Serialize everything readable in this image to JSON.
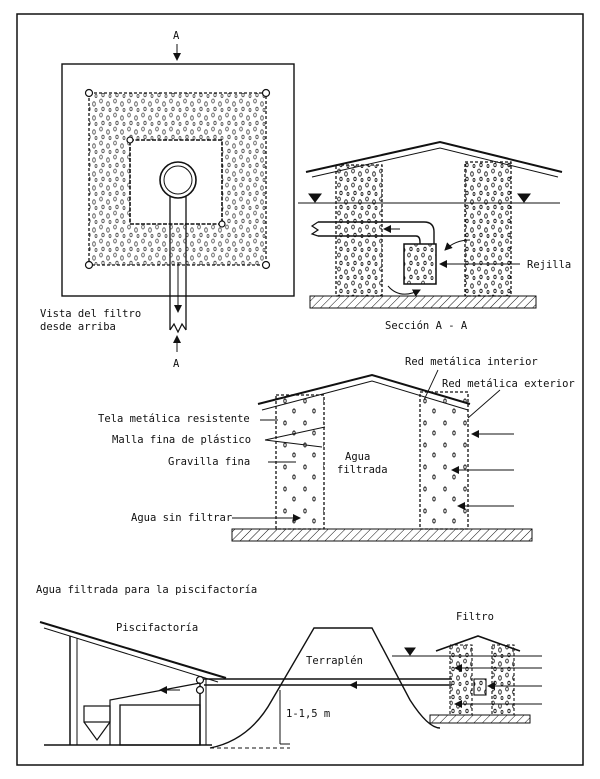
{
  "top_view": {
    "marker_top": "A",
    "marker_bottom": "A",
    "caption_line1": "Vista del filtro",
    "caption_line2": "desde arriba"
  },
  "section": {
    "caption": "Sección A - A",
    "rejilla_label": "Rejilla"
  },
  "wall_detail": {
    "label_tela": "Tela metálica resistente",
    "label_malla": "Malla fina de plástico",
    "label_gravilla": "Gravilla fina",
    "label_agua_sin": "Agua sin filtrar",
    "label_agua_filtrada_1": "Agua",
    "label_agua_filtrada_2": "filtrada",
    "label_red_interior": "Red metálica interior",
    "label_red_exterior": "Red metálica exterior"
  },
  "farm": {
    "title": "Agua filtrada para la piscifactoría",
    "label_piscifactoria": "Piscifactoría",
    "label_filtro": "Filtro",
    "label_terraplen": "Terraplén",
    "label_height": "1-1,5 m"
  }
}
